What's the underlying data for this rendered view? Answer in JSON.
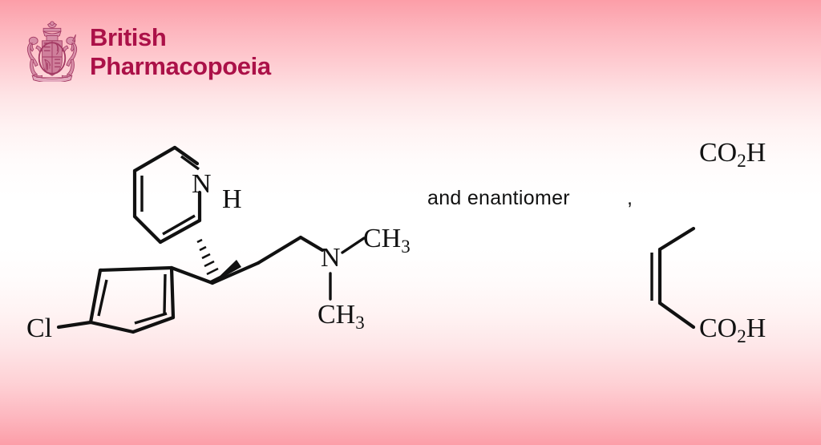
{
  "page": {
    "background_top_color": "#fc9ea8",
    "background_mid_color": "#ffffff",
    "background_bottom_color": "#fc9ea8"
  },
  "header": {
    "brand_line_1": "British",
    "brand_line_2": "Pharmacopoeia",
    "brand_color": "#ab1148",
    "crest_icon": "royal-coat-of-arms-icon"
  },
  "structure": {
    "note": "and enantiomer",
    "comma": ",",
    "atom_labels": {
      "pyridine_nitrogen": "N",
      "stereo_hydrogen": "H",
      "chlorine": "Cl",
      "amine_nitrogen": "N",
      "methyl_top": "CH",
      "methyl_top_sub": "3",
      "methyl_bottom": "CH",
      "methyl_bottom_sub": "3"
    },
    "counterion_labels": {
      "acid_top": "CO",
      "acid_top_sub": "2",
      "acid_top_tail": "H",
      "acid_bottom": "CO",
      "acid_bottom_sub": "2",
      "acid_bottom_tail": "H"
    },
    "line_color": "#111111"
  }
}
